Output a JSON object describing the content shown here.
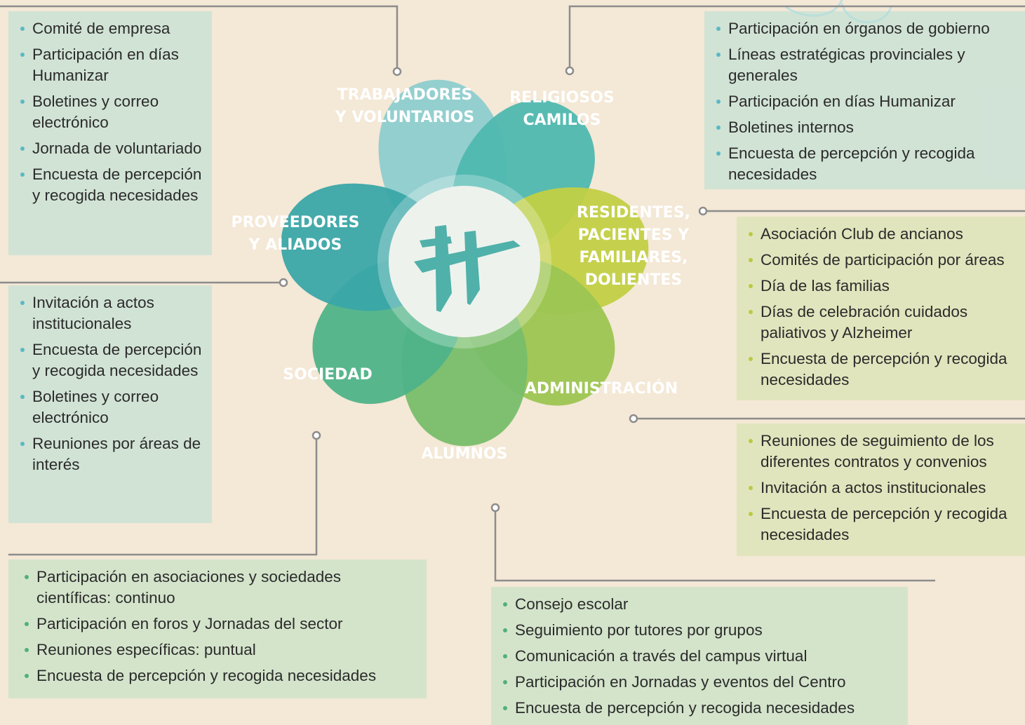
{
  "stakeholders": {
    "trabajadores": {
      "label": "TRABAJADORES\nY VOLUNTARIOS",
      "items": [
        "Comité de empresa",
        "Participación en días Humanizar",
        "Boletines y correo electrónico",
        "Jornada de voluntariado",
        "Encuesta de percepción y recogida necesidades"
      ]
    },
    "religiosos": {
      "label": "RELIGIOSOS\nCAMILOS",
      "items": [
        "Participación en órganos de gobierno",
        "Líneas estratégicas provinciales y generales",
        "Participación en días Humanizar",
        "Boletines internos",
        "Encuesta de percepción y recogida necesidades"
      ]
    },
    "residentes": {
      "label": "RESIDENTES,\nPACIENTES Y\nFAMILIARES,\nDOLIENTES",
      "items": [
        "Asociación Club de ancianos",
        "Comités de participación por áreas",
        "Día de las familias",
        "Días de celebración cuidados paliativos y Alzheimer",
        "Encuesta de percepción y recogida necesidades"
      ]
    },
    "administracion": {
      "label": "ADMINISTRACIÓN",
      "items": [
        "Reuniones de seguimiento de los diferentes contratos y convenios",
        "Invitación a actos institucionales",
        "Encuesta de percepción y recogida necesidades"
      ]
    },
    "alumnos": {
      "label": "ALUMNOS",
      "items": [
        "Consejo escolar",
        "Seguimiento por tutores por grupos",
        "Comunicación a través del campus virtual",
        "Participación en Jornadas y eventos del Centro",
        "Encuesta de percepción y recogida necesidades"
      ]
    },
    "sociedad": {
      "label": "SOCIEDAD",
      "items": [
        "Participación en asociaciones y sociedades científicas: continuo",
        "Participación en foros y Jornadas del sector",
        "Reuniones específicas: puntual",
        "Encuesta de percepción y recogida necesidades"
      ]
    },
    "proveedores": {
      "label": "PROVEEDORES\nY ALIADOS",
      "items": [
        "Invitación a actos institucionales",
        "Encuesta de percepción y recogida necesidades",
        "Boletines y correo electrónico",
        "Reuniones por áreas de interés"
      ]
    }
  },
  "colors": {
    "trabajadores": "#8ecdcf",
    "religiosos": "#4fb8b0",
    "residentes": "#c2d044",
    "administracion": "#9cc552",
    "alumnos": "#78be6a",
    "sociedad": "#4fb389",
    "proveedores": "#3aa7a8",
    "connector": "#8c8c8c"
  }
}
